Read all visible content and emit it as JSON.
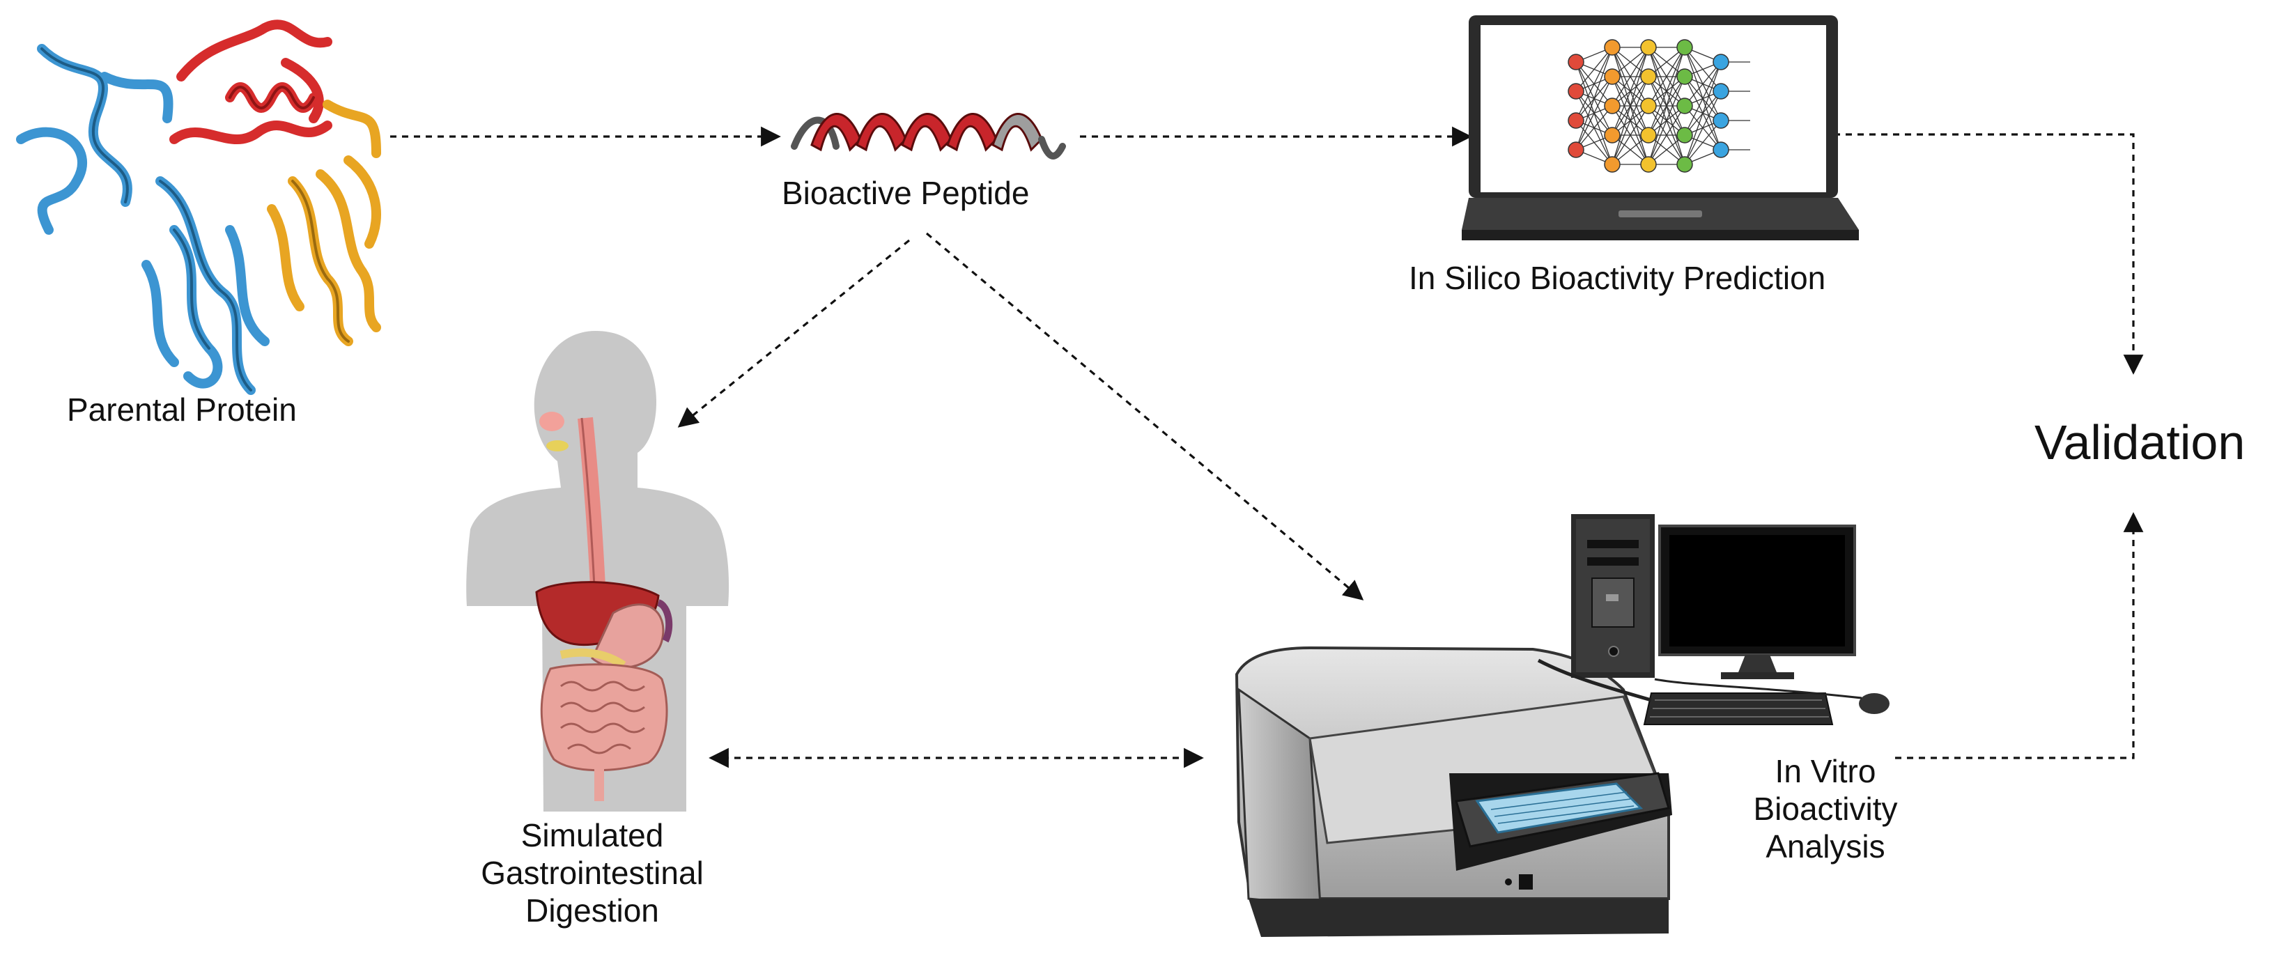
{
  "labels": {
    "parental_protein": "Parental Protein",
    "bioactive_peptide": "Bioactive Peptide",
    "in_silico": "In Silico Bioactivity Prediction",
    "validation": "Validation",
    "in_vitro_line1": "In Vitro",
    "in_vitro_line2": "Bioactivity",
    "in_vitro_line3": "Analysis",
    "simulated_line1": "Simulated",
    "simulated_line2": "Gastrointestinal",
    "simulated_line3": "Digestion"
  },
  "colors": {
    "protein_blue": "#4a9fd8",
    "protein_red": "#d62c2c",
    "protein_gold": "#e8a522",
    "peptide_red": "#c8252b",
    "silhouette_gray": "#c8c8c8",
    "nn_red": "#e04a3a",
    "nn_orange": "#f29a2e",
    "nn_yellow": "#f2c22e",
    "nn_green": "#6cbb45",
    "nn_blue": "#3aa4e0",
    "instrument_gray": "#a9a9a9",
    "screen_black": "#111111"
  },
  "icons": [
    "protein-structure-icon",
    "peptide-helix-icon",
    "laptop-neural-network-icon",
    "human-digestive-system-icon",
    "plate-reader-icon",
    "desktop-computer-icon"
  ]
}
